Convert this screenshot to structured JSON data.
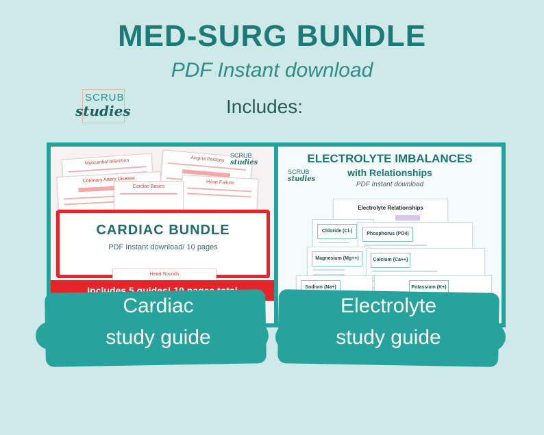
{
  "header": {
    "title": "MED-SURG BUNDLE",
    "subtitle": "PDF Instant download",
    "includes": "Includes:"
  },
  "logo": {
    "top": "SCRUB",
    "bottom": "studies"
  },
  "cardiac": {
    "banner_title": "CARDIAC BUNDLE",
    "banner_sub": "PDF Instant download/ 10 pages",
    "strip": "Includes 5 guides! 10 pages total",
    "label_line1": "Cardiac",
    "label_line2": "study guide",
    "sheet_titles": [
      "Myocardial Infarction",
      "Angina Pectoris",
      "Coronary Artery Disease",
      "Heart Failure",
      "Cardiac Basics",
      "Heart Sounds"
    ]
  },
  "electrolyte": {
    "title": "ELECTROLYTE IMBALANCES",
    "subtitle": "with Relationships",
    "pdf": "PDF Instant download",
    "relations_title": "Electrolyte Relationships",
    "sheets": [
      "Chloride (Cl-)",
      "Phosphorus (PO4)",
      "Magnesium (Mg++)",
      "Calcium (Ca++)",
      "Sodium (Na+)",
      "Potassium (K+)"
    ],
    "label_line1": "Electrolyte",
    "label_line2": "study guide"
  },
  "colors": {
    "teal": "#21a29d",
    "red": "#e8242b",
    "background": "#cfe9e8"
  }
}
